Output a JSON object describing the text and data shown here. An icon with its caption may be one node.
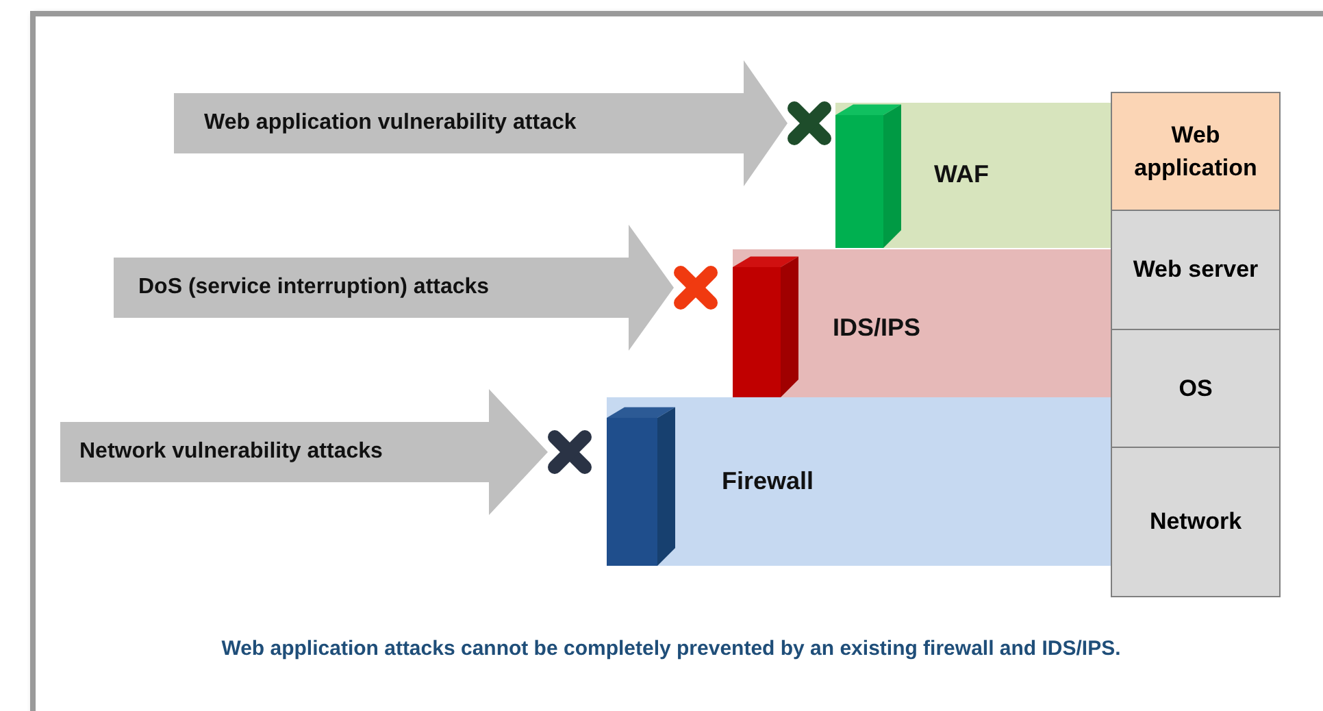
{
  "diagram": {
    "caption": "Web application attacks cannot be completely prevented by an existing firewall and IDS/IPS.",
    "nodes": [
      {
        "text": [
          "WAF"
        ]
      },
      {
        "text": [
          "IDS/IPS"
        ]
      },
      {
        "text": [
          "Firewall"
        ]
      },
      {
        "text": [
          "Web application"
        ]
      },
      {
        "text": [
          "Web server"
        ]
      },
      {
        "text": [
          "OS"
        ]
      },
      {
        "text": [
          "Network"
        ]
      },
      {
        "text": [],
        "shape": "cross"
      },
      {
        "text": [],
        "shape": "cross"
      },
      {
        "text": [],
        "shape": "cross"
      }
    ],
    "edges": [
      {
        "from": null,
        "to": 7,
        "arrow": "to",
        "label": "Web application vulnerability attack"
      },
      {
        "from": null,
        "to": 8,
        "arrow": "to",
        "label": "DoS (service interruption) attacks"
      },
      {
        "from": null,
        "to": 9,
        "arrow": "to",
        "label": "Network vulnerability attacks"
      }
    ]
  }
}
